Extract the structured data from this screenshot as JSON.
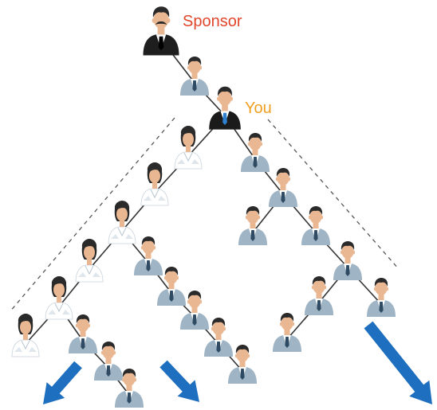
{
  "labels": {
    "sponsor": "Sponsor",
    "you": "You"
  },
  "colors": {
    "sponsor_label": "#e0472b",
    "you_label": "#f0a020",
    "arrow": "#1e6fbf",
    "edge": "#333333",
    "guide": "#555555",
    "suit_sponsor": "#1e1e1e",
    "suit_you": "#1a1a1a",
    "tie_you": "#2f7fcf",
    "suit_member": "#9fb4c4",
    "tie_member": "#2f4b63",
    "skin": "#e9b893",
    "hair": "#2a2a2a",
    "blouse": "#ffffff"
  },
  "icons": [
    "person-sponsor-icon",
    "person-you-icon",
    "person-male-icon",
    "person-female-icon",
    "arrow-down-icon"
  ],
  "nodes": [
    {
      "id": "sponsor",
      "type": "sponsor"
    },
    {
      "id": "upline",
      "type": "male"
    },
    {
      "id": "you",
      "type": "you"
    },
    {
      "id": "l1",
      "type": "female"
    },
    {
      "id": "l2",
      "type": "female"
    },
    {
      "id": "l3",
      "type": "female"
    },
    {
      "id": "l4",
      "type": "female"
    },
    {
      "id": "l5",
      "type": "female"
    },
    {
      "id": "l6",
      "type": "female"
    },
    {
      "id": "l6b",
      "type": "male"
    },
    {
      "id": "l6c",
      "type": "male"
    },
    {
      "id": "l6d",
      "type": "male"
    },
    {
      "id": "l3b",
      "type": "male"
    },
    {
      "id": "l3c",
      "type": "male"
    },
    {
      "id": "l3d",
      "type": "male"
    },
    {
      "id": "l3e",
      "type": "male"
    },
    {
      "id": "l3f",
      "type": "male"
    },
    {
      "id": "r1",
      "type": "male"
    },
    {
      "id": "r2",
      "type": "male"
    },
    {
      "id": "r2a",
      "type": "male"
    },
    {
      "id": "r3",
      "type": "male"
    },
    {
      "id": "r4",
      "type": "male"
    },
    {
      "id": "r5",
      "type": "male"
    },
    {
      "id": "r5a",
      "type": "male"
    },
    {
      "id": "r6",
      "type": "male"
    }
  ]
}
